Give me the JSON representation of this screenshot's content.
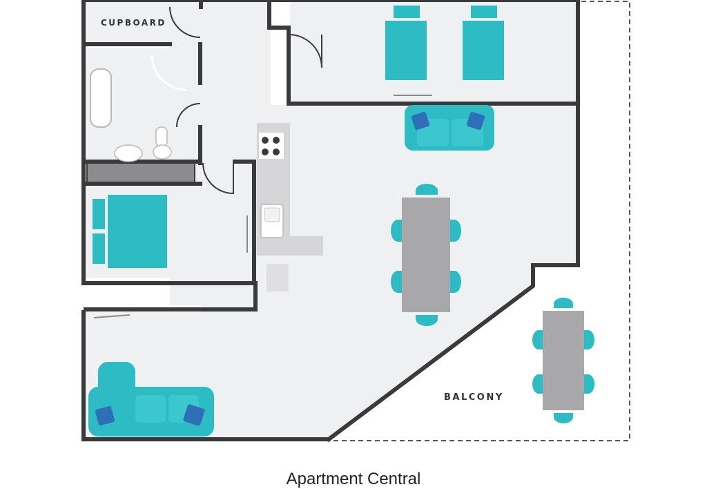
{
  "labels": {
    "cupboard": "CUPBOARD",
    "balcony": "BALCONY"
  },
  "caption": "Apartment Central",
  "colors": {
    "wall": "#3a3a3c",
    "floor": "#eef0f2",
    "teal": "#2ebcc4",
    "teal_dark": "#1e9ea6",
    "cushion_blue": "#2e6fb8",
    "table_grey": "#a8a8aa",
    "counter_grey": "#d6d6d8",
    "balcony_dash": "#555555"
  },
  "icons": [
    "bed-icon",
    "sofa-icon",
    "dining-table-icon",
    "chair-icon",
    "bathtub-icon",
    "toilet-icon",
    "sink-icon",
    "stove-icon",
    "door-swing-icon",
    "window-icon"
  ]
}
